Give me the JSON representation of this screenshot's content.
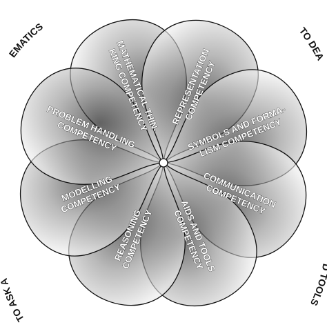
{
  "colors": {
    "petal_light": "#ebebeb",
    "petal_mid": "#8e8e8e",
    "petal_dark": "#151515",
    "outline": "#111111",
    "label_fill": "#ffffff",
    "arc_text": "#111111",
    "background": "#ffffff"
  },
  "competencies": [
    {
      "lines": [
        "MATHEMATICAL THIN-",
        "KING COMPETENCY"
      ]
    },
    {
      "lines": [
        "REPRESENTATION",
        "COMPETENCY"
      ]
    },
    {
      "lines": [
        "SYMBOLS AND FORMA-",
        "LISM COMPETENCY"
      ]
    },
    {
      "lines": [
        "COMMUNICATION",
        "COMPETENCY"
      ]
    },
    {
      "lines": [
        "AIDS AND TOOLS",
        "COMPETENCY"
      ]
    },
    {
      "lines": [
        "REASONING",
        "COMPETENCY"
      ]
    },
    {
      "lines": [
        "MODELLING",
        "COMPETENCY"
      ]
    },
    {
      "lines": [
        "PROBLEM HANDLING",
        "COMPETENCY"
      ]
    }
  ],
  "outer_ring": {
    "top_left": "EMATICS",
    "top_right": "TO DEA",
    "bottom_left": "TO ASK A",
    "bottom_right": "D TOOLS"
  }
}
